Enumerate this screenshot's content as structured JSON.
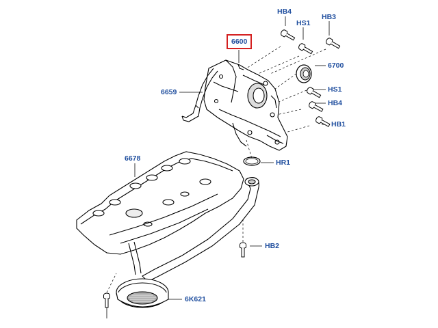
{
  "callouts": {
    "hb4_top": "HB4",
    "hs1_top": "HS1",
    "hb3": "HB3",
    "p6600": "6600",
    "p6700": "6700",
    "p6659": "6659",
    "hs1_right": "HS1",
    "hb4_right": "HB4",
    "hb1": "HB1",
    "hr1": "HR1",
    "p6678": "6678",
    "hb2": "HB2",
    "p6k621": "6K621"
  },
  "selected_part": "6600",
  "colors": {
    "label": "#1f4e9e",
    "highlight": "#d42020",
    "line": "#000000",
    "part_fill": "#ffffff",
    "shade": "#b8b8b8"
  }
}
